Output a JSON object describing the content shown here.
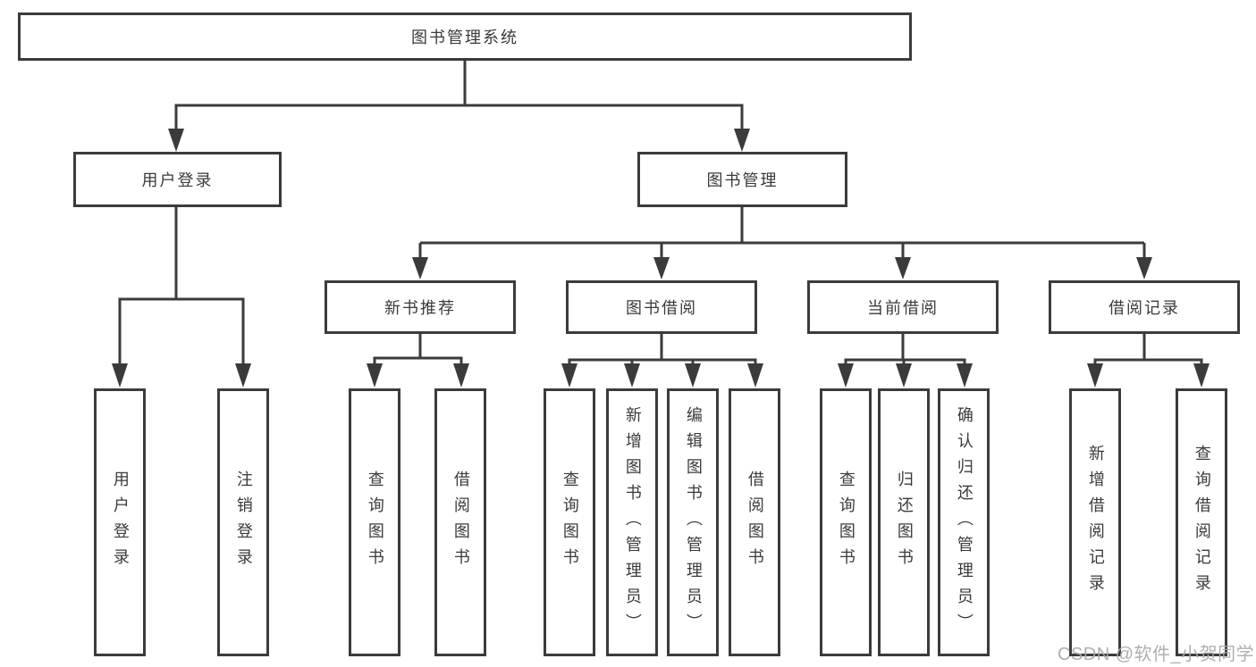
{
  "diagram": {
    "root": "图书管理系统",
    "level2": {
      "user_login": "用户登录",
      "book_management": "图书管理"
    },
    "level3": {
      "new_book_recommend": "新书推荐",
      "book_borrowing": "图书借阅",
      "current_borrowing": "当前借阅",
      "borrowing_records": "借阅记录"
    },
    "leaves": {
      "user_login": [
        "用户登录",
        "注销登录"
      ],
      "new_book_recommend": [
        "查询图书",
        "借阅图书"
      ],
      "book_borrowing": [
        "查询图书",
        "新增图书（管理员）",
        "编辑图书（管理员）",
        "借阅图书"
      ],
      "current_borrowing": [
        "查询图书",
        "归还图书",
        "确认归还（管理员）"
      ],
      "borrowing_records": [
        "新增借阅记录",
        "查询借阅记录"
      ]
    }
  },
  "watermark": "CSDN @软件_小贺同学",
  "colors": {
    "line": "#3b3b3b",
    "text": "#3a3a3a",
    "watermark": "#a8a8a8"
  }
}
